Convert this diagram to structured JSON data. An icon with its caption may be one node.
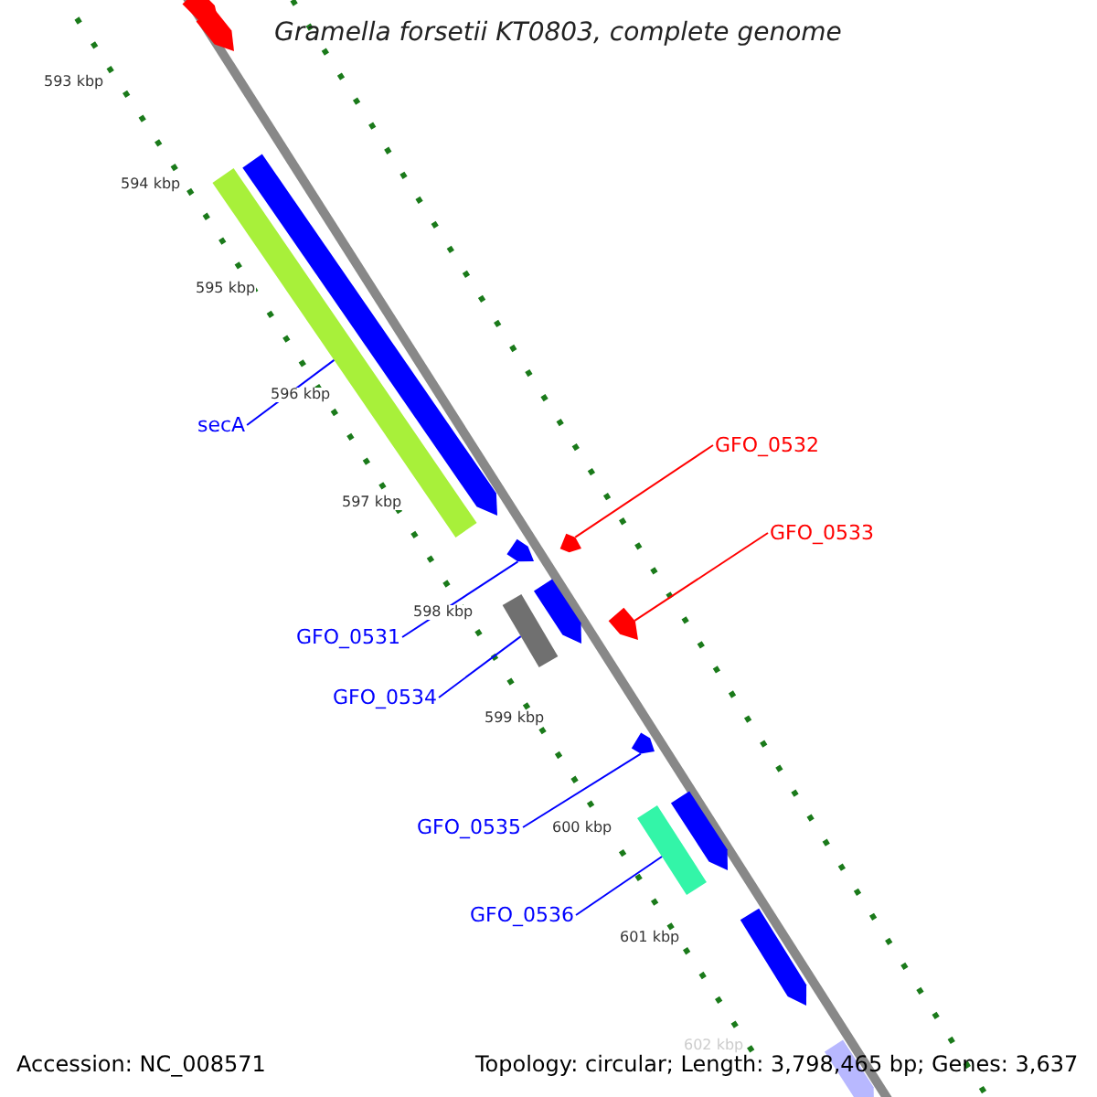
{
  "diagram": {
    "title": "Gramella forsetii KT0803, complete genome",
    "nodes": [
      {
        "text": [
          "secA"
        ]
      },
      {
        "text": [
          "GFO_0532"
        ]
      },
      {
        "text": [
          "GFO_0533"
        ]
      },
      {
        "text": [
          "GFO_0531"
        ]
      },
      {
        "text": [
          "GFO_0534"
        ]
      },
      {
        "text": [
          "GFO_0535"
        ]
      },
      {
        "text": [
          "GFO_0536"
        ]
      },
      {
        "text": [],
        "shape": "bar"
      },
      {
        "text": [],
        "shape": "bar"
      },
      {
        "text": [],
        "shape": "bar"
      },
      {
        "text": [],
        "shape": "bar"
      },
      {
        "text": [],
        "shape": "bar"
      },
      {
        "text": [],
        "shape": "bar"
      },
      {
        "text": [],
        "shape": "bar"
      }
    ],
    "edges": [
      {
        "from": 0,
        "to": 7,
        "arrow": "none"
      },
      {
        "from": 1,
        "to": 8,
        "arrow": "none",
        "color": "#ff0000"
      },
      {
        "from": 2,
        "to": 9,
        "arrow": "none",
        "color": "#ff0000"
      },
      {
        "from": 3,
        "to": 10,
        "arrow": "none"
      },
      {
        "from": 4,
        "to": 11,
        "arrow": "none"
      },
      {
        "from": 5,
        "to": 12,
        "arrow": "none"
      },
      {
        "from": 6,
        "to": 13,
        "arrow": "none"
      }
    ],
    "labels": [
      "593 kbp",
      "594 kbp",
      "595 kbp",
      "596 kbp",
      "597 kbp",
      "598 kbp",
      "599 kbp",
      "600 kbp",
      "601 kbp",
      "602 kbp",
      "Accession: NC_008571",
      "Topology: circular; Length: 3,798,465 bp; Genes: 3,637"
    ]
  }
}
